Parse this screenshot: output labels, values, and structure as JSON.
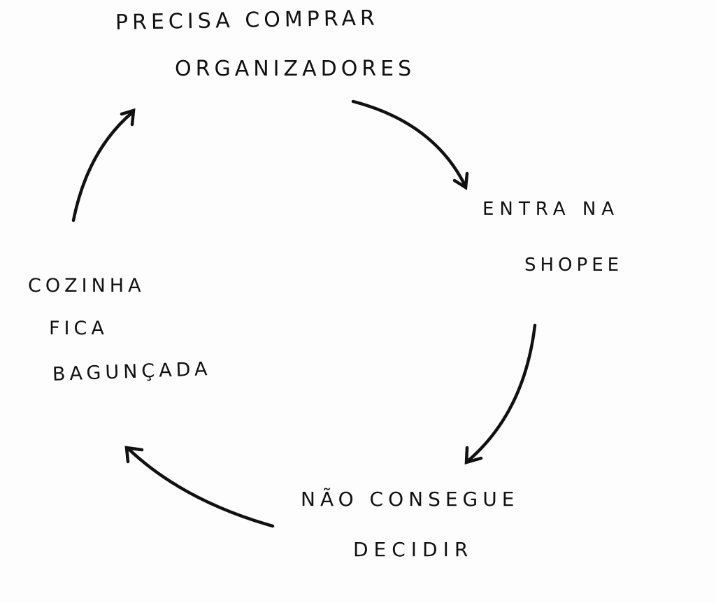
{
  "diagram": {
    "type": "cycle",
    "nodes": [
      {
        "id": "organizadores",
        "lines": [
          "PRECISA COMPRAR",
          "ORGANIZADORES"
        ]
      },
      {
        "id": "shopee",
        "lines": [
          "ENTRA NA",
          "SHOPEE"
        ]
      },
      {
        "id": "decidir",
        "lines": [
          "NÃO CONSEGUE",
          "DECIDIR"
        ]
      },
      {
        "id": "cozinha",
        "lines": [
          "COZINHA",
          "FICA",
          "BAGUNÇADA"
        ]
      }
    ],
    "edges": [
      {
        "from": "organizadores",
        "to": "shopee"
      },
      {
        "from": "shopee",
        "to": "decidir"
      },
      {
        "from": "decidir",
        "to": "cozinha"
      },
      {
        "from": "cozinha",
        "to": "organizadores"
      }
    ],
    "stroke_color": "#111111"
  }
}
